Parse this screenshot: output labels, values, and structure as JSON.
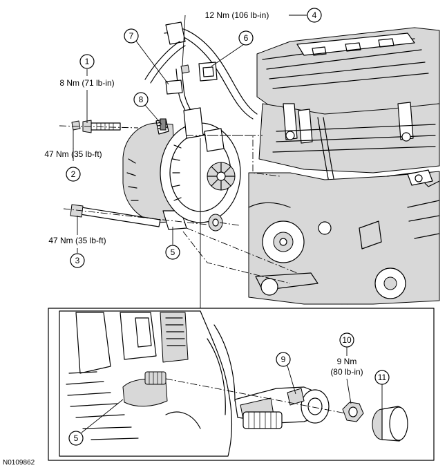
{
  "figure_id": "N0109862",
  "callouts": [
    {
      "number": "1",
      "torque": "8 Nm (71 lb-in)"
    },
    {
      "number": "2",
      "torque": "47 Nm (35 lb-ft)"
    },
    {
      "number": "3",
      "torque": "47 Nm (35 lb-ft)"
    },
    {
      "number": "4",
      "torque": "12 Nm (106 lb-in)"
    },
    {
      "number": "5",
      "torque": ""
    },
    {
      "number": "6",
      "torque": ""
    },
    {
      "number": "7",
      "torque": ""
    },
    {
      "number": "8",
      "torque": ""
    },
    {
      "number": "9",
      "torque": ""
    },
    {
      "number": "10",
      "torque_line1": "9 Nm",
      "torque_line2": "(80 lb-in)"
    },
    {
      "number": "11",
      "torque": ""
    }
  ],
  "detail_callout_5": "5"
}
